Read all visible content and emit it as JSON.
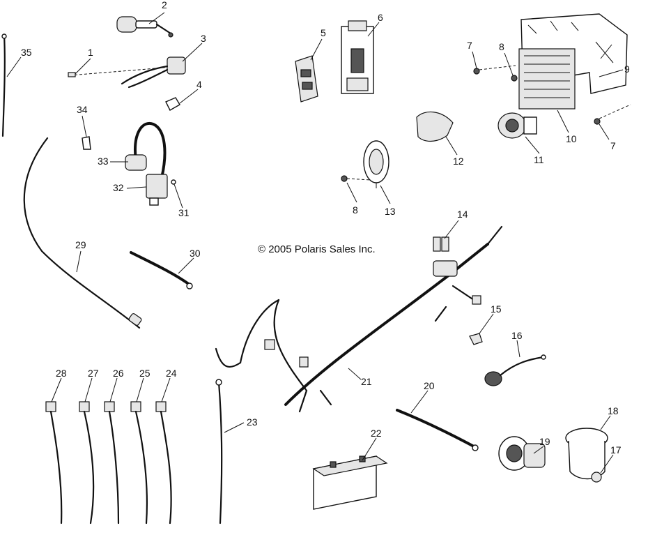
{
  "copyright": "© 2005 Polaris Sales Inc.",
  "callouts": [
    "1",
    "2",
    "3",
    "4",
    "5",
    "6",
    "7",
    "8",
    "9",
    "10",
    "11",
    "12",
    "13",
    "14",
    "15",
    "16",
    "17",
    "18",
    "19",
    "20",
    "21",
    "22",
    "23",
    "24",
    "25",
    "26",
    "27",
    "28",
    "29",
    "30",
    "31",
    "32",
    "33",
    "34",
    "35"
  ],
  "icons": [
    "ignition-switch-icon",
    "ignition-coil-icon",
    "battery-icon",
    "horn-icon",
    "regulator-icon",
    "wire-harness-icon",
    "gauge-icon",
    "power-socket-icon"
  ]
}
